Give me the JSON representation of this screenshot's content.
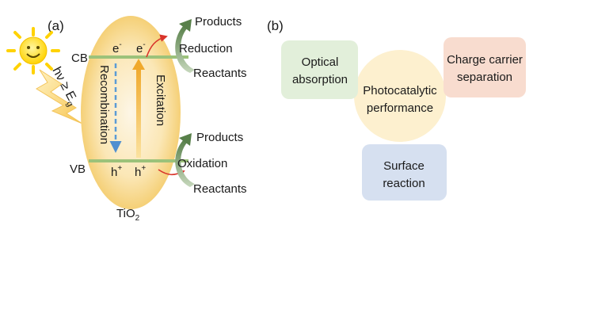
{
  "panel_a": {
    "label": "(a)",
    "cb": "CB",
    "vb": "VB",
    "electron": "e",
    "electron_sup": "-",
    "hole": "h",
    "hole_sup": "+",
    "recombination": "Recombination",
    "excitation": "Excitation",
    "photon_energy": {
      "main": "hν ≥ E",
      "sub": "g"
    },
    "reduction": "Reduction",
    "oxidation": "Oxidation",
    "products": "Products",
    "reactants": "Reactants",
    "material": {
      "main": "TiO",
      "sub": "2"
    }
  },
  "panel_b": {
    "label": "(b)",
    "center": [
      "Photocatalytic",
      "performance"
    ],
    "optical": [
      "Optical",
      "absorption"
    ],
    "charge": [
      "Charge carrier",
      "separation"
    ],
    "surface": [
      "Surface",
      "reaction"
    ]
  },
  "colors": {
    "ellipse_edge": "#f3c964",
    "ellipse_center": "#fdf3dc",
    "band_line": "#9cc27a",
    "recombination_arrow": "#5b9bd5",
    "excitation_arrow": "#f2b444",
    "curly_arrow": "#d9342b",
    "product_arrow": "#6a8f5c",
    "center_circle": "#fdf0cf",
    "optical_box": "#e2efda",
    "charge_box": "#f8dccf",
    "surface_box": "#d6e0f0",
    "sun": "#ffd700",
    "lightning": "#fbd97b"
  }
}
